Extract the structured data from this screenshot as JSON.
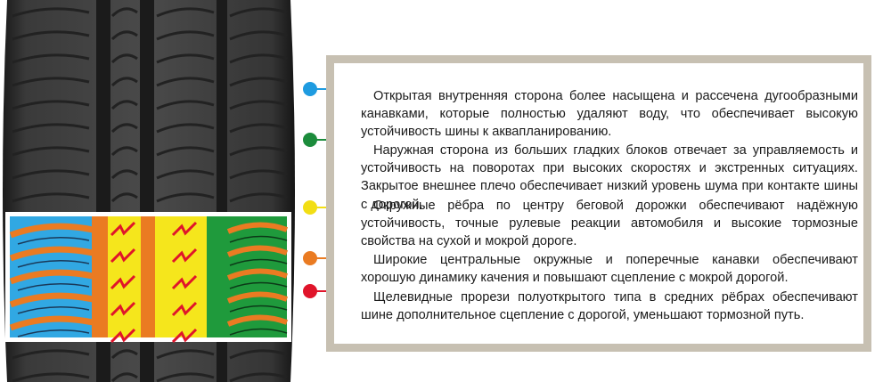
{
  "features": [
    {
      "color": "#1e9be0",
      "color_name": "blue",
      "text": "Открытая внутренняя сторона более насыщена и рассечена дугообразными канавками, которые полностью удаляют воду, что обеспечивает высокую устойчивость шины к аквапланированию."
    },
    {
      "color": "#1c8c3c",
      "color_name": "green",
      "text": "Наружная сторона из больших гладких блоков отвечает за управляемость и устойчивость на поворотах при высоких скоростях и экстренных ситуациях. Закрытое внешнее плечо обеспечивает низкий уровень шума при контакте шины с дорогой."
    },
    {
      "color": "#f2de14",
      "color_name": "yellow",
      "text": "Окружные рёбра по центру беговой дорожки обеспечивают надёжную устойчивость, точные рулевые реакции автомобиля и высокие тормозные свойства на сухой и мокрой дороге."
    },
    {
      "color": "#ea7b22",
      "color_name": "orange",
      "text": "Широкие центральные окружные и поперечные канавки обеспечивают хорошую динамику качения и повышают сцепление с мокрой дорогой."
    },
    {
      "color": "#e0142a",
      "color_name": "red",
      "text": "Щелевидные прорези полуоткрытого типа в средних рёбрах обеспечивают шине дополнительное сцепление с дорогой, уменьшают тормозной путь."
    }
  ],
  "tire_diagram": {
    "zones": [
      "blue",
      "orange",
      "yellow",
      "red",
      "orange",
      "yellow",
      "red",
      "green",
      "orange",
      "green"
    ]
  }
}
